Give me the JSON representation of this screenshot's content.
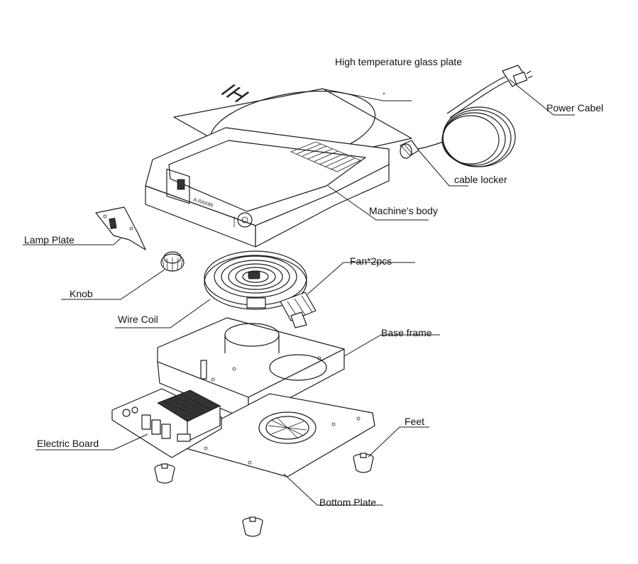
{
  "parts": {
    "glass_plate": "High temperature glass plate",
    "glass_marking": "IH",
    "power_cable": "Power Cabel",
    "cable_locker": "cable locker",
    "machine_body": "Machine's body",
    "lamp_plate": "Lamp Plate",
    "fan": "Fan*2pcs",
    "knob": "Knob",
    "wire_coil": "Wire Coil",
    "base_frame": "Base frame",
    "feet": "Feet",
    "electric_board": "Electric Board",
    "bottom_plate": "Bottom Plate"
  }
}
